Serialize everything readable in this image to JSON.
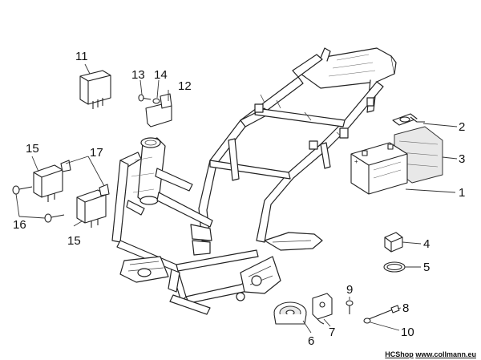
{
  "callouts": {
    "c1": "1",
    "c2": "2",
    "c3": "3",
    "c4": "4",
    "c5": "5",
    "c6": "6",
    "c7": "7",
    "c8": "8",
    "c9": "9",
    "c10": "10",
    "c11": "11",
    "c12": "12",
    "c13": "13",
    "c14": "14",
    "c15a": "15",
    "c15b": "15",
    "c16": "16",
    "c17": "17"
  },
  "footer": {
    "shop": "HCShop",
    "url": "www.collmann.eu"
  },
  "colors": {
    "line": "#222222",
    "background": "#ffffff"
  }
}
